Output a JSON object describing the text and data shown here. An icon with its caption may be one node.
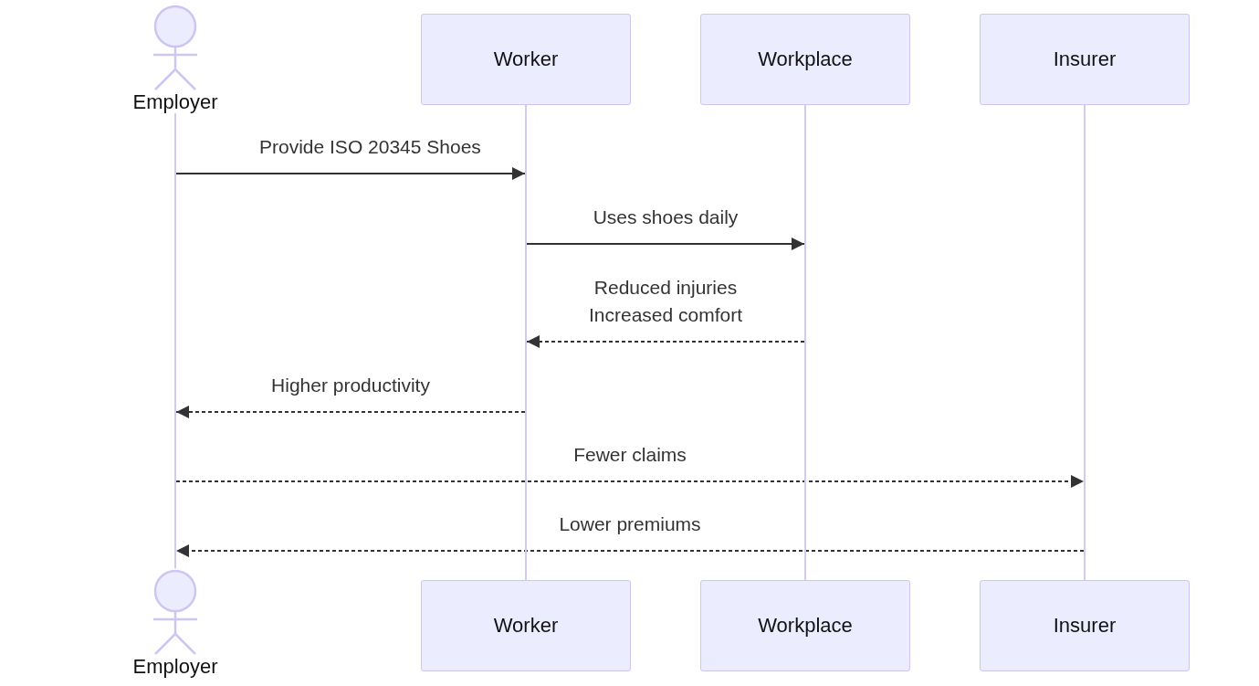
{
  "diagram": {
    "nodes": [
      {
        "text": [
          "Employer"
        ]
      },
      {
        "text": [
          "Worker"
        ]
      },
      {
        "text": [
          "Workplace"
        ]
      },
      {
        "text": [
          "Insurer"
        ]
      },
      {
        "text": [],
        "shape": "bar"
      },
      {
        "text": [],
        "shape": "bar"
      },
      {
        "text": [],
        "shape": "bar"
      },
      {
        "text": [],
        "shape": "bar"
      },
      {
        "text": [
          "Employer"
        ]
      },
      {
        "text": [
          "Worker"
        ]
      },
      {
        "text": [
          "Workplace"
        ]
      },
      {
        "text": [
          "Insurer"
        ]
      }
    ],
    "edges": [
      {
        "from": 4,
        "to": 5,
        "arrow": "to",
        "label": "Provide ISO 20345 Shoes"
      },
      {
        "from": 5,
        "to": 6,
        "arrow": "to",
        "label": "Uses shoes daily"
      },
      {
        "from": 6,
        "to": 5,
        "arrow": "to",
        "label": "Reduced injuries Increased comfort",
        "style": "dashed"
      },
      {
        "from": 5,
        "to": 4,
        "arrow": "to",
        "label": "Higher productivity",
        "style": "dashed"
      },
      {
        "from": 4,
        "to": 7,
        "arrow": "to",
        "label": "Fewer claims",
        "style": "dashed"
      },
      {
        "from": 7,
        "to": 4,
        "arrow": "to",
        "label": "Lower premiums",
        "style": "dashed"
      }
    ]
  }
}
